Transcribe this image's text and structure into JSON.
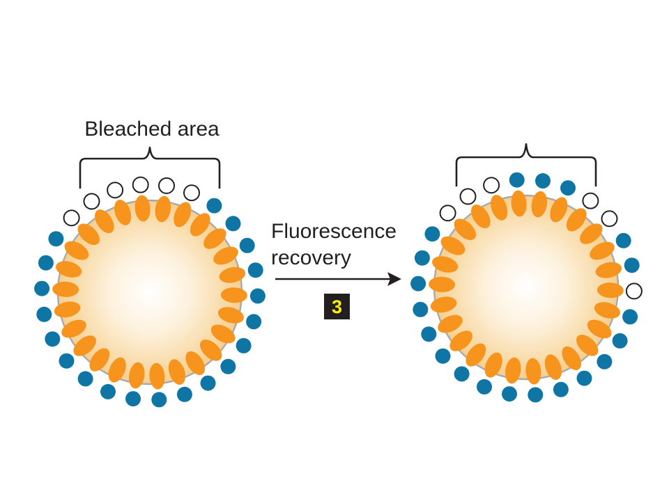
{
  "labels": {
    "bleached_area": "Bleached area",
    "process_line1": "Fluorescence",
    "process_line2": "recovery",
    "step_number": "3"
  },
  "colors": {
    "fluorophore_active": "#0f75a4",
    "fluorophore_bleached": "#ffffff",
    "lipid_body": "#f7941d",
    "membrane_line": "#a7a9ac",
    "cell_center": "#ffffff",
    "cell_edge": "#f6cf8e",
    "bracket": "#231f20",
    "step_box": "#231f20",
    "step_text": "#fff200"
  },
  "cells": [
    {
      "name": "before",
      "bleached_count": 6,
      "total_molecules": 26
    },
    {
      "name": "after",
      "bleached_count": 6,
      "total_molecules": 26
    }
  ]
}
